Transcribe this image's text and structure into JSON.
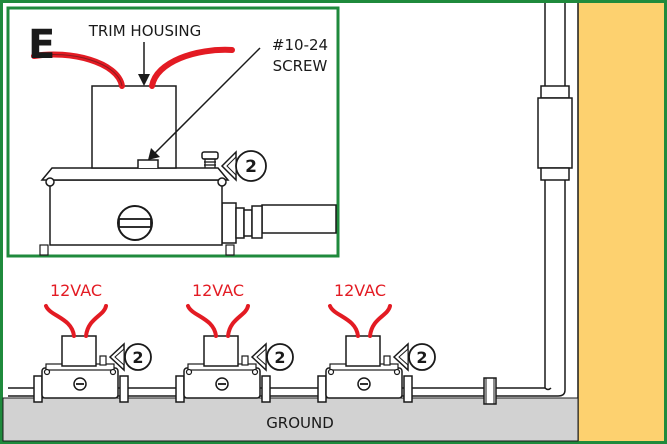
{
  "figure": {
    "panel_letter": "E",
    "callout_trim_housing": "TRIM HOUSING",
    "callout_screw_line1": "#10-24",
    "callout_screw_line2": "SCREW",
    "ground_label": "GROUND",
    "step_number": "2",
    "valves": [
      {
        "voltage": "12VAC",
        "step": "2"
      },
      {
        "voltage": "12VAC",
        "step": "2"
      },
      {
        "voltage": "12VAC",
        "step": "2"
      }
    ]
  },
  "colors": {
    "frame_green": "#1f8a3c",
    "wall_yellow": "#fdd16f",
    "ground_gray": "#d2d2d2",
    "wire_red": "#e31b23",
    "line_black": "#1a1a1a"
  }
}
